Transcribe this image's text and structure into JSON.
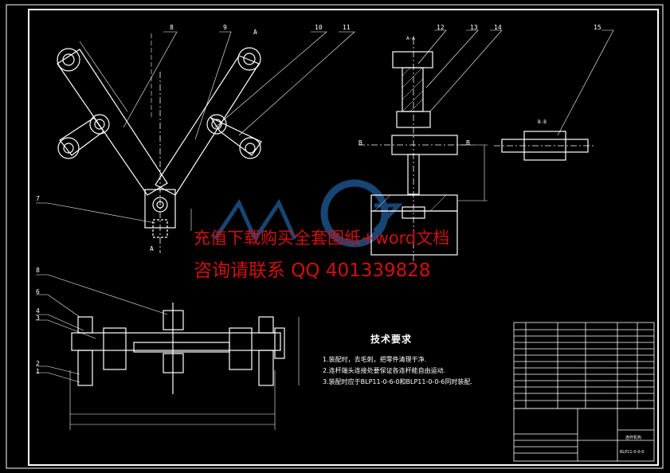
{
  "requirements": {
    "title": "技术要求",
    "items": [
      "1.装配时，去毛刺，把零件清理干净.",
      "2.连杆端头连接处要保证各连杆能自由运动.",
      "3.装配时应于BLP11-0-6-0和BLP11-0-0-6同时装配."
    ]
  },
  "watermark": {
    "line1": "充值下载购买全套图纸+word文档",
    "line2": "咨询请联系 QQ 401339828"
  },
  "balloons": [
    "8",
    "9",
    "10",
    "11",
    "12",
    "13",
    "14",
    "15",
    "7",
    "8",
    "6",
    "4",
    "3",
    "2",
    "1"
  ],
  "section_labels": [
    "A",
    "A",
    "A-A",
    "B",
    "B",
    "B-B"
  ],
  "title_block": {
    "drawing_no": "BLP11-0-0-0",
    "name": "连杆机构"
  },
  "colors": {
    "line": "#ffffff",
    "watermark": "#d01010",
    "logo": "#2a7fd4",
    "background": "#000000"
  }
}
